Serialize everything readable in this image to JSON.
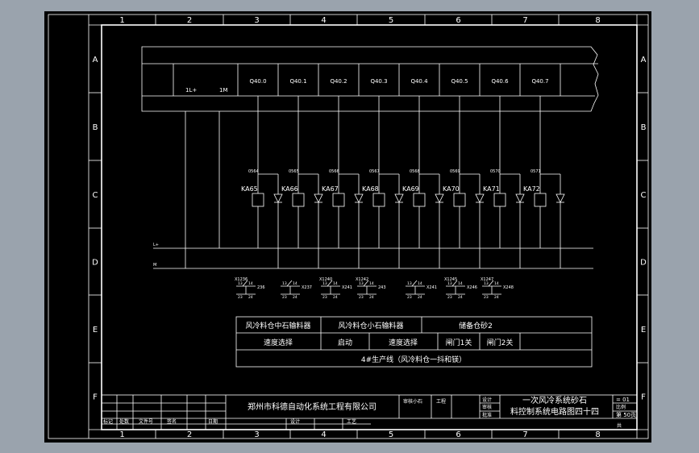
{
  "columns": [
    "1",
    "2",
    "3",
    "4",
    "5",
    "6",
    "7",
    "8"
  ],
  "rows": [
    "A",
    "B",
    "C",
    "D",
    "E",
    "F"
  ],
  "plc": {
    "supply": [
      "1L+",
      "1M"
    ],
    "outputs": [
      "Q40.0",
      "Q40.1",
      "Q40.2",
      "Q40.3",
      "Q40.4",
      "Q40.5",
      "Q40.6",
      "Q40.7"
    ]
  },
  "relays": {
    "wires": [
      "0564",
      "0565",
      "0566",
      "0567",
      "0568",
      "0569",
      "0570",
      "0571"
    ],
    "names": [
      "KA65",
      "KA66",
      "KA67",
      "KA68",
      "KA69",
      "KA70",
      "KA71",
      "KA72"
    ]
  },
  "bus": {
    "top": "L+",
    "bottom": "M"
  },
  "contacts": {
    "groups": [
      {
        "left": "X1236",
        "right": "236"
      },
      {
        "left": "",
        "right": "X237"
      },
      {
        "left": "X1240",
        "right": "X241"
      },
      {
        "left": "X1242",
        "right": "243"
      },
      {
        "left": "",
        "right": "X241"
      },
      {
        "left": "X1245",
        "right": "X246"
      },
      {
        "left": "X1247",
        "right": "X248"
      }
    ],
    "pins": [
      "13",
      "14",
      "23",
      "24"
    ]
  },
  "func_table": {
    "row1": [
      "风冷料仓中石输料器",
      "风冷料仓小石输料器",
      "储备仓砂2"
    ],
    "row2": [
      "速度选择",
      "启动",
      "速度选择",
      "闸门1关",
      "闸门2关"
    ],
    "row3": "4#生产线（风冷料仓一抖和镁）"
  },
  "title_block": {
    "company": "郑州市科德自动化系统工程有限公司",
    "drawing_title": "一次风冷系统砂石料控制系统电路图四十四",
    "mid_labels": [
      "审核小石",
      "工程"
    ],
    "right_labels": [
      "设计",
      "审核",
      "批准",
      "比例"
    ],
    "sheet": "= 01",
    "page": "第 50页",
    "bottom_labels": [
      "标记",
      "处数",
      "文件号",
      "签名",
      "日期",
      "设计",
      "工艺",
      "共"
    ]
  }
}
